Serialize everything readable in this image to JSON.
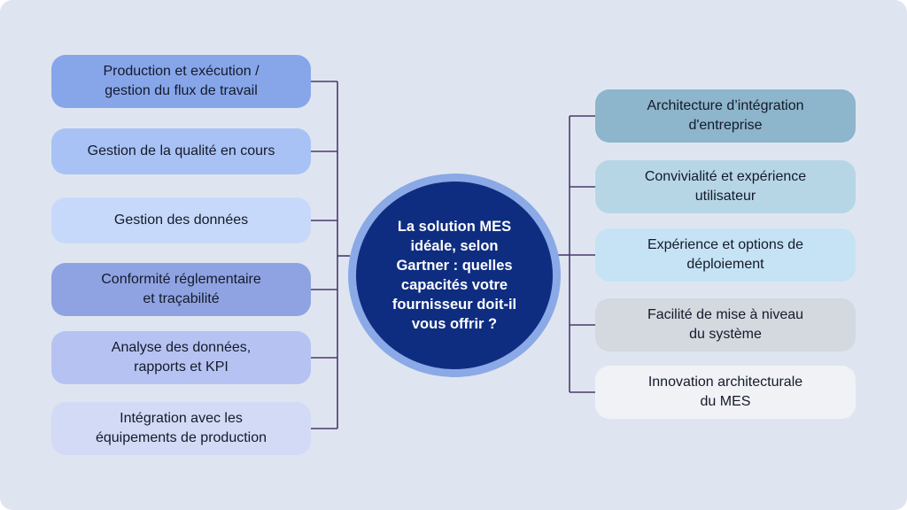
{
  "center": {
    "text": "La solution MES\nidéale, selon\nGartner : quelles\ncapacités votre\nfournisseur doit-il\nvous offrir ?"
  },
  "left_items": [
    {
      "label": "Production et exécution /\ngestion du flux de travail"
    },
    {
      "label": "Gestion de la qualité en cours"
    },
    {
      "label": "Gestion des données"
    },
    {
      "label": "Conformité réglementaire\net traçabilité"
    },
    {
      "label": "Analyse des données,\nrapports et KPI"
    },
    {
      "label": "Intégration avec les\néquipements de production"
    }
  ],
  "right_items": [
    {
      "label": "Architecture d’intégration\nd'entreprise"
    },
    {
      "label": "Convivialité et expérience\nutilisateur"
    },
    {
      "label": "Expérience et options de\ndéploiement"
    },
    {
      "label": "Facilité de mise à niveau\ndu système"
    },
    {
      "label": "Innovation architecturale\ndu MES"
    }
  ],
  "colors": {
    "background": "#dfe5f0",
    "center_fill": "#0f2d80",
    "center_ring": "#8aa9e6",
    "connector": "#4a3a6e"
  }
}
